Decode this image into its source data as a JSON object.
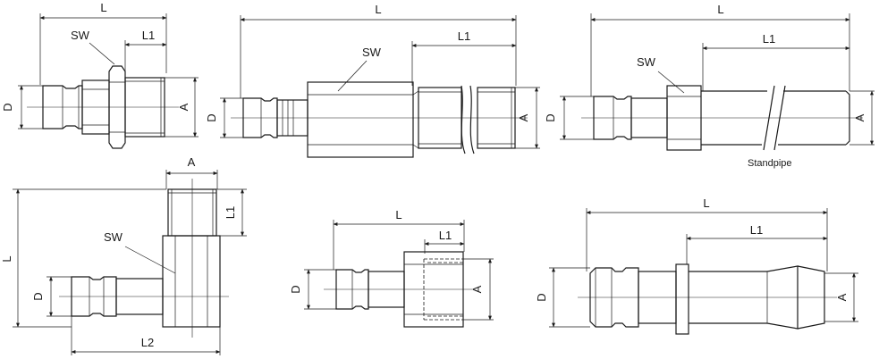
{
  "labels": {
    "L": "L",
    "L1": "L1",
    "L2": "L2",
    "SW": "SW",
    "D": "D",
    "A": "A",
    "standpipe": "Standpipe"
  },
  "colors": {
    "line": "#1a1a1a",
    "background": "#ffffff"
  }
}
